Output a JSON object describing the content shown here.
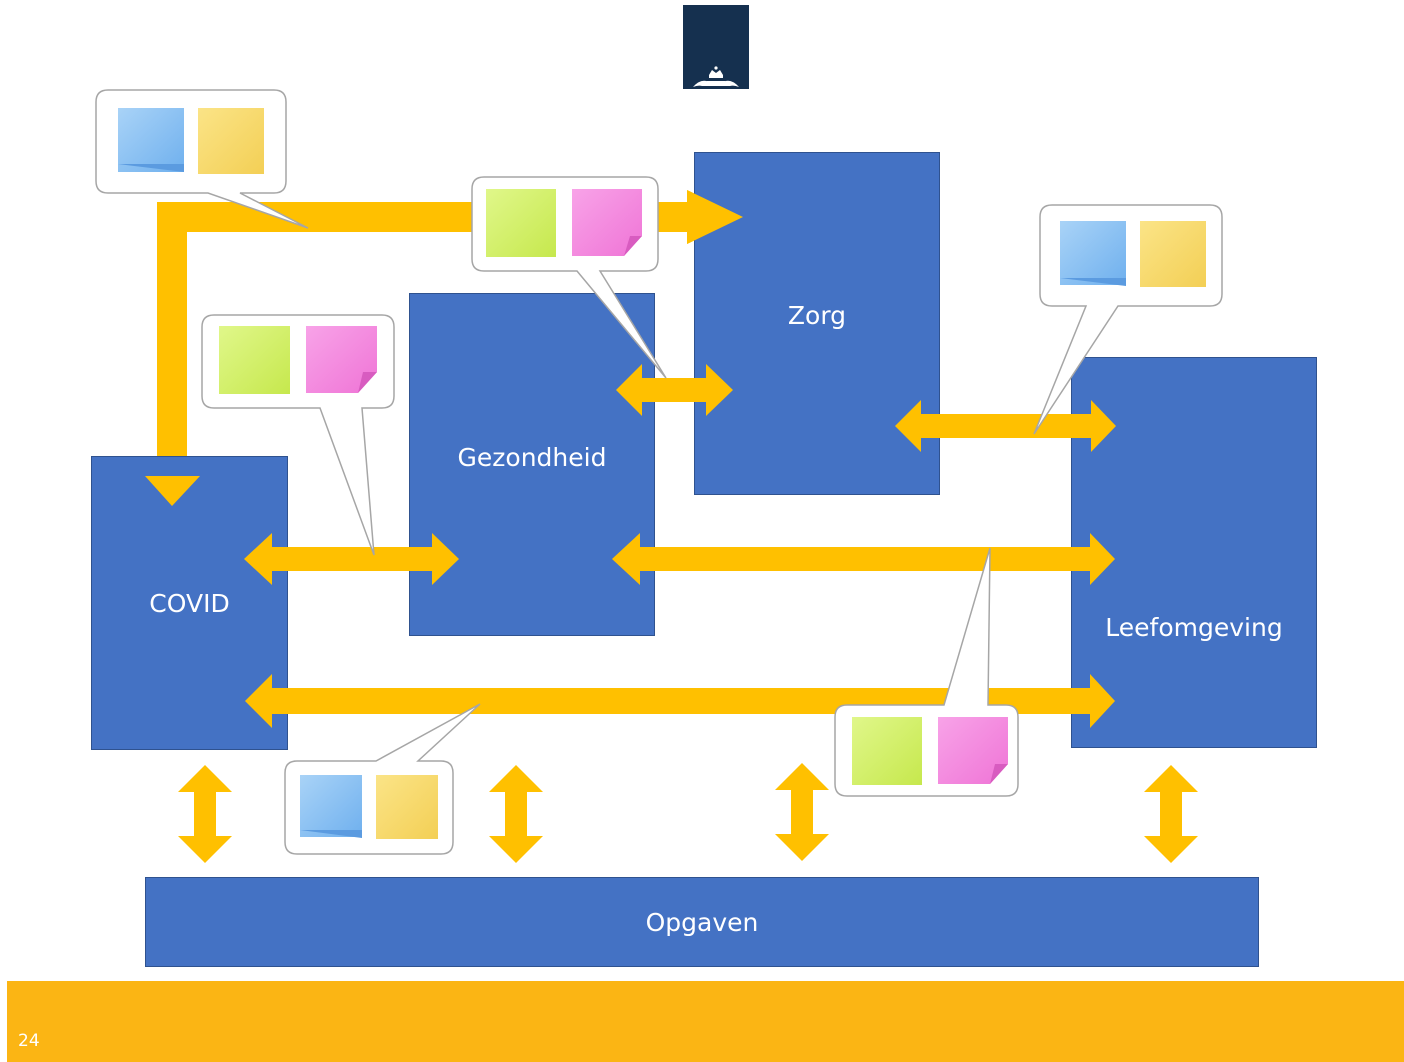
{
  "slide": {
    "page_number": "24"
  },
  "boxes": {
    "covid": "COVID",
    "gezondheid": "Gezondheid",
    "zorg": "Zorg",
    "leefomgeving": "Leefomgeving",
    "opgaven": "Opgaven"
  },
  "colors": {
    "box_fill": "#4472c4",
    "arrow": "#ffc000",
    "footer": "#fbb514",
    "logo": "#15304f",
    "note_blue": "#8dc3f3",
    "note_yellow": "#f7dc6f",
    "note_green": "#d4f06a",
    "note_pink": "#f58be0"
  },
  "icons": {
    "logo": "royal-crown-emblem-icon",
    "note": "sticky-note-icon"
  }
}
